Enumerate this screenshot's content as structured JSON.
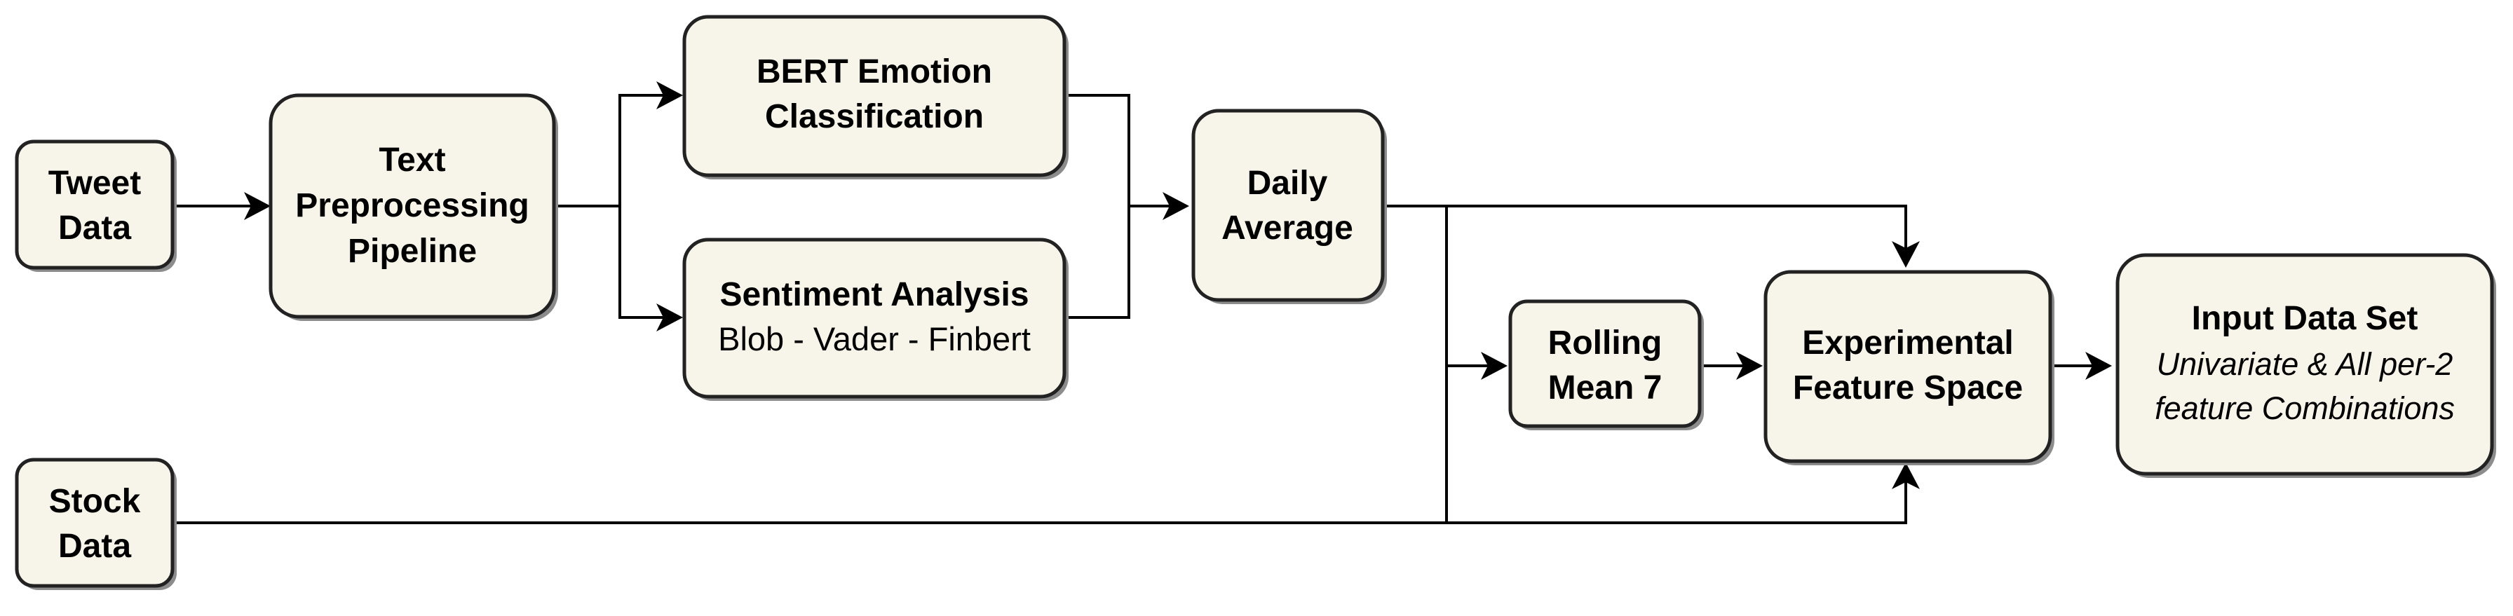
{
  "colors": {
    "node_fill": "#f7f4ea",
    "node_border": "#222222",
    "shadow": "#8c8c8c",
    "line": "#000000"
  },
  "nodes": {
    "tweet_data": {
      "line1": "Tweet",
      "line2": "Data"
    },
    "text_preprocessing": {
      "line1": "Text",
      "line2": "Preprocessing",
      "line3": "Pipeline"
    },
    "bert_emotion": {
      "line1": "BERT Emotion",
      "line2": "Classification"
    },
    "sentiment_analysis": {
      "title": "Sentiment Analysis",
      "subtitle": "Blob - Vader - Finbert"
    },
    "daily_average": {
      "line1": "Daily",
      "line2": "Average"
    },
    "stock_data": {
      "line1": "Stock",
      "line2": "Data"
    },
    "rolling_mean": {
      "line1": "Rolling",
      "line2": "Mean 7"
    },
    "experimental_feature_space": {
      "line1": "Experimental",
      "line2": "Feature Space"
    },
    "input_data_set": {
      "title": "Input Data Set",
      "line2": "Univariate & All per-2",
      "line3": "feature Combinations"
    }
  }
}
